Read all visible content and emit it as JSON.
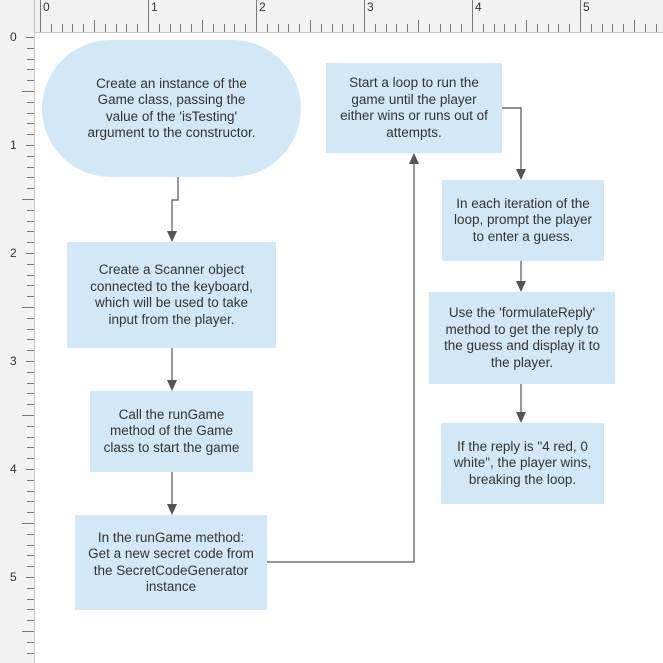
{
  "ruler": {
    "horizontal_labels": [
      "0",
      "1",
      "2",
      "3",
      "4",
      "5"
    ],
    "vertical_labels": [
      "0",
      "1",
      "2",
      "3",
      "4",
      "5"
    ]
  },
  "nodes": {
    "create_game": "Create an instance of the\nGame class, passing the\nvalue of the 'isTesting'\nargument to the constructor.",
    "create_scanner": "Create a Scanner object\nconnected to the keyboard,\nwhich will be used to take\ninput from the player.",
    "call_rungame": "Call the runGame\nmethod of the Game\nclass to start the game",
    "get_secret_code": "In the runGame method:\nGet a new secret code from\nthe SecretCodeGenerator\ninstance",
    "start_loop": "Start a loop to run the\ngame until the player\neither wins or runs out of\nattempts.",
    "prompt_guess": "In each iteration of the\nloop, prompt the player\nto enter a guess.",
    "formulate_reply": "Use the 'formulateReply'\nmethod to get the reply to\nthe guess and display it to\nthe player.",
    "check_win": "If the reply is \"4 red, 0\nwhite\", the player wins,\nbreaking the loop."
  },
  "colors": {
    "node_fill": "#d3e8f6",
    "node_text": "#333333",
    "connector": "#555555"
  }
}
